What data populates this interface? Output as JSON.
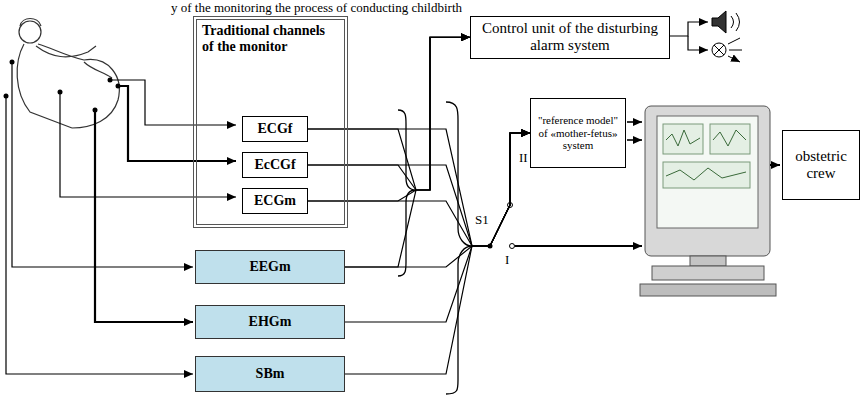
{
  "diagram": {
    "nodes": [
      {
        "text": [
          "Traditional channels of the monitor"
        ]
      },
      {
        "text": [
          "ECGf"
        ],
        "in": 0
      },
      {
        "text": [
          "EcCGf"
        ],
        "in": 0
      },
      {
        "text": [
          "ECGm"
        ],
        "in": 0
      },
      {
        "text": [
          "EEGm"
        ]
      },
      {
        "text": [
          "EHGm"
        ]
      },
      {
        "text": [
          "SBm"
        ]
      },
      {
        "text": [
          "Control unit of the disturbing alarm system"
        ]
      },
      {
        "text": [
          "\"reference model\" of «mother-fetus» system"
        ]
      },
      {
        "text": [
          "obstetric crew"
        ]
      }
    ],
    "edges": [
      {
        "from": 1,
        "to": 7,
        "arrow": "to"
      },
      {
        "from": 2,
        "to": 7,
        "arrow": "to"
      },
      {
        "from": 3,
        "to": 7,
        "arrow": "to"
      },
      {
        "from": 4,
        "to": 7,
        "arrow": "to"
      },
      {
        "from": 1,
        "to": 8,
        "arrow": "to"
      },
      {
        "from": 2,
        "to": 8,
        "arrow": "to"
      },
      {
        "from": 3,
        "to": 8,
        "arrow": "to"
      },
      {
        "from": 4,
        "to": 8,
        "arrow": "to"
      },
      {
        "from": 5,
        "to": 8,
        "arrow": "to"
      },
      {
        "from": 6,
        "to": 8,
        "arrow": "to"
      }
    ],
    "labels": [
      "y of the monitoring the process of conducting childbirth",
      "S1",
      "II",
      "I"
    ]
  }
}
